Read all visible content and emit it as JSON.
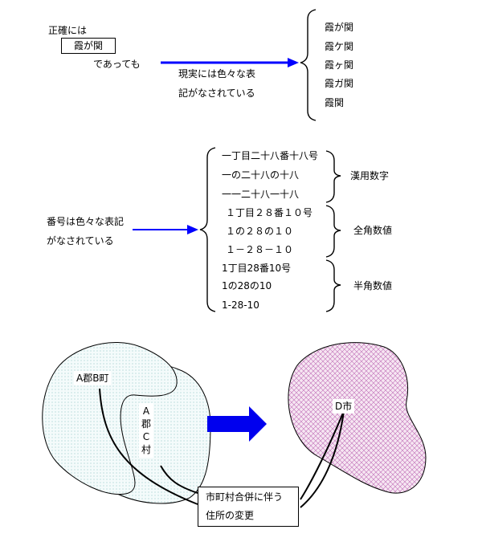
{
  "section1": {
    "intro": "正確には",
    "official_name": "霞が関",
    "suffix": "であっても",
    "note_line1": "現実には色々な表",
    "note_line2": "記がなされている",
    "variants": [
      "霞が関",
      "霞ケ関",
      "霞ヶ関",
      "霞ガ関",
      "霞関"
    ]
  },
  "section2": {
    "label_line1": "番号は色々な表記",
    "label_line2": "がなされている",
    "groups": [
      {
        "name": "漢用数字",
        "items": [
          "一丁目二十八番十八号",
          "一の二十八の十八",
          "一一二十八一十八"
        ]
      },
      {
        "name": "全角数値",
        "items": [
          "１丁目２８番１０号",
          "１の２８の１０",
          "１－２８－１０"
        ]
      },
      {
        "name": "半角数値",
        "items": [
          "1丁目28番10号",
          "1の28の10",
          "1-28-10"
        ]
      }
    ]
  },
  "section3": {
    "town_label": "A郡B町",
    "village_label": "A郡C村",
    "city_label": "D市",
    "merger_line1": "市町村合併に伴う",
    "merger_line2": "住所の変更"
  },
  "colors": {
    "arrow_blue": "#0000ff",
    "big_arrow_blue": "#0000ee",
    "region_fill": "#eef8f8",
    "hatch_color": "#d060c0"
  }
}
